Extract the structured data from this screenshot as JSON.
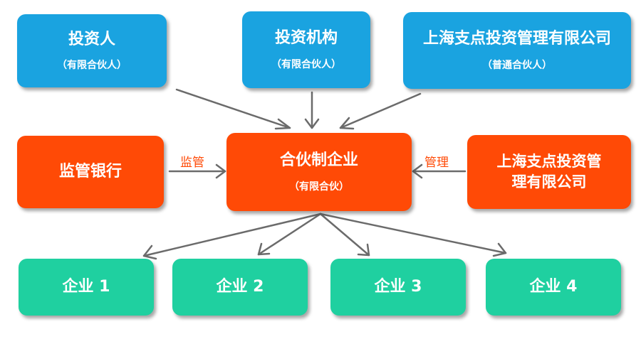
{
  "nodes": {
    "investor": {
      "title": "投资人",
      "subtitle": "（有限合伙人）",
      "color": "#1aa3e0"
    },
    "institution": {
      "title": "投资机构",
      "subtitle": "（有限合伙人）",
      "color": "#1aa3e0"
    },
    "gp": {
      "title": "上海支点投资管理有限公司",
      "subtitle": "（普通合伙人）",
      "color": "#1aa3e0"
    },
    "bank": {
      "title": "监管银行",
      "color": "#ff4a06"
    },
    "partnership": {
      "title": "合伙制企业",
      "subtitle": "（有限合伙）",
      "color": "#ff4a06"
    },
    "manager": {
      "title_line1": "上海支点投资管",
      "title_line2": "理有限公司",
      "color": "#ff4a06"
    },
    "company1": {
      "title": "企业 1",
      "color": "#1fd0a0"
    },
    "company2": {
      "title": "企业 2",
      "color": "#1fd0a0"
    },
    "company3": {
      "title": "企业 3",
      "color": "#1fd0a0"
    },
    "company4": {
      "title": "企业 4",
      "color": "#1fd0a0"
    }
  },
  "edges": {
    "supervision_label": "监管",
    "management_label": "管理"
  }
}
